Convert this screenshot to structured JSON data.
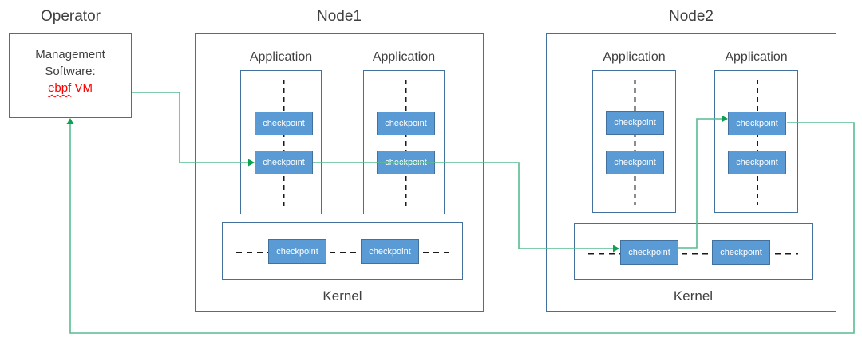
{
  "operator": {
    "title": "Operator",
    "line1": "Management",
    "line2": "Software:",
    "red_wavy": "ebpf",
    "red_rest": "VM"
  },
  "nodes": [
    {
      "title": "Node1",
      "app1": "Application",
      "app2": "Application",
      "kernel": "Kernel"
    },
    {
      "title": "Node2",
      "app1": "Application",
      "app2": "Application",
      "kernel": "Kernel"
    }
  ],
  "checkpoint_label": "checkpoint",
  "colors": {
    "border": "#41719C",
    "checkpoint_fill": "#5B9BD5",
    "checkpoint_border": "#41719C",
    "flow_line": "#57BC90",
    "flow_arrow": "#0CA14E",
    "text": "#3F3F3F",
    "highlight": "#FF0000",
    "dash": "#1A1A1A"
  }
}
